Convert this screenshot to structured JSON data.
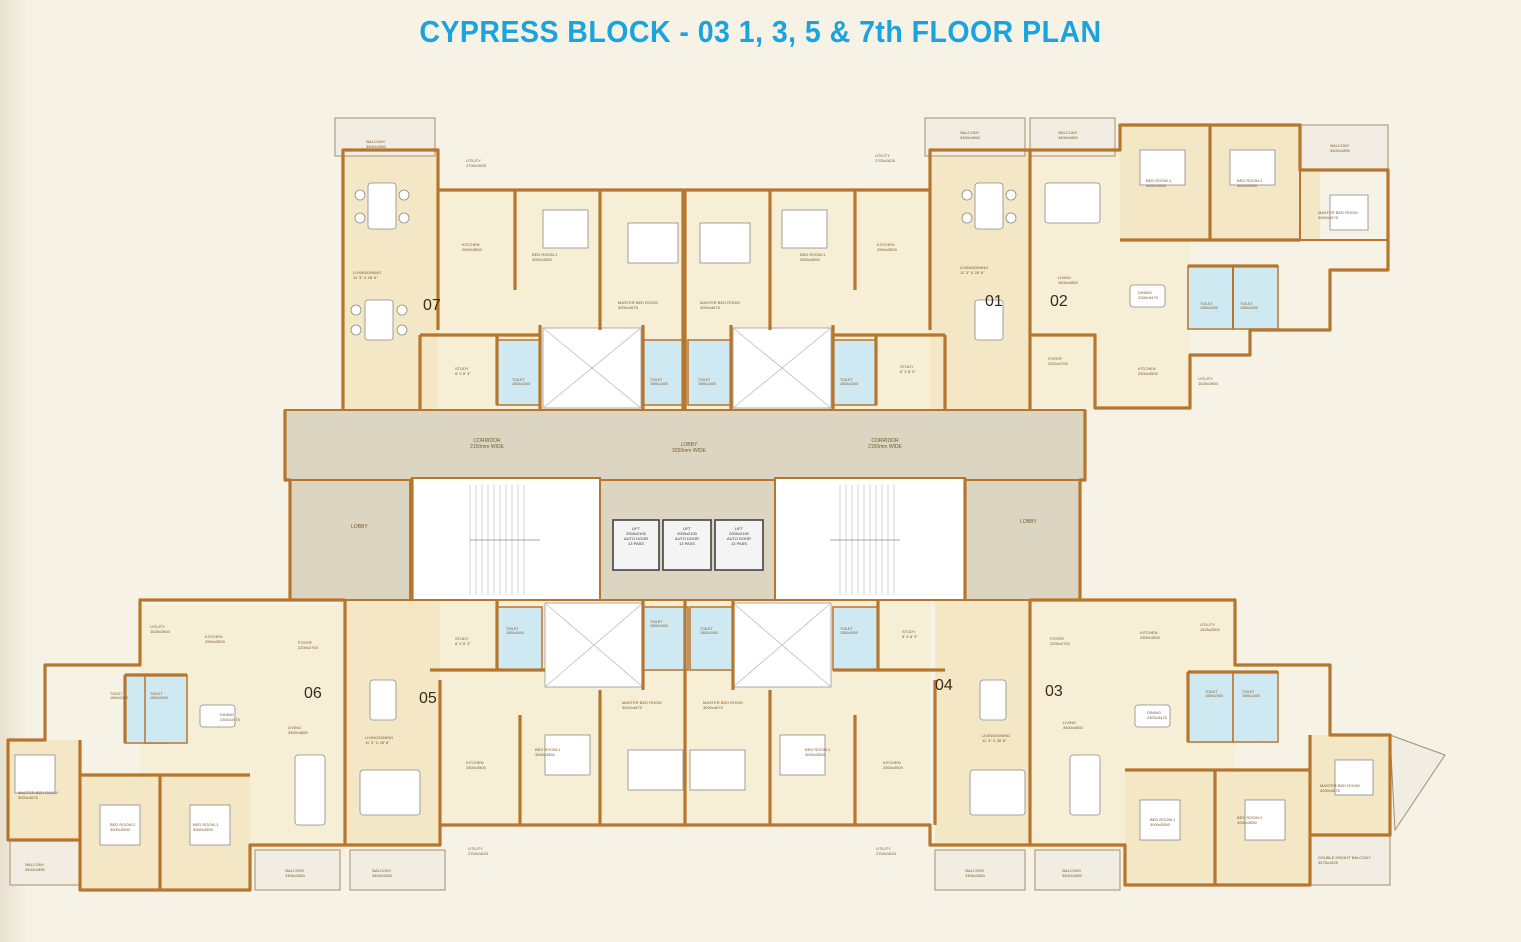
{
  "title": "CYPRESS BLOCK - 03  1, 3, 5 & 7th FLOOR PLAN",
  "colors": {
    "title": "#1aa3dc",
    "wall": "#b7762e",
    "room_fill": "#f3e7c6",
    "toilet_fill": "#cfe9f3",
    "corridor_fill": "#dcd5c1"
  },
  "units": [
    "07",
    "01",
    "02",
    "06",
    "05",
    "04",
    "03"
  ],
  "labels": {
    "balcony": "BALCONY",
    "utility": "UTILITY",
    "kitchen": "KITCHEN",
    "bed_room_1": "BED ROOM-1",
    "bed_room_2": "BED ROOM-2",
    "master_bed_room": "MASTER BED ROOM",
    "living_dining": "LIVING/DINING",
    "living": "LIVING",
    "dining": "DINING",
    "study": "STUDY",
    "toilet": "TOILET",
    "foyer": "FOYER",
    "corridor": "CORRIDOR",
    "lobby": "LOBBY",
    "lift": "LIFT",
    "auto_door": "AUTO DOOR",
    "pass": "13 PASS",
    "double_height_balcony": "DOUBLE HEIGHT BALCONY"
  },
  "dimensions": {
    "balcony": "3400x1850",
    "utility": "2700x1625",
    "kitchen": "2500x3500",
    "bed_room_1": "3000x3550",
    "master_bed_room": "3000x4675",
    "living_dining": "11' 3\" X 28' 8\"",
    "study": "8' X 8' 3\"",
    "toilet": "1500x2400",
    "corridor": "2150mm WIDE",
    "lobby": "3250mm WIDE",
    "lift": "2000x2100",
    "foyer": "2200x2700",
    "living": "3400x4850",
    "dining": "2300x3475",
    "bed_room_2": "3000x3550",
    "utility_2": "1625x2500",
    "double_height_balcony": "3275x1625"
  }
}
